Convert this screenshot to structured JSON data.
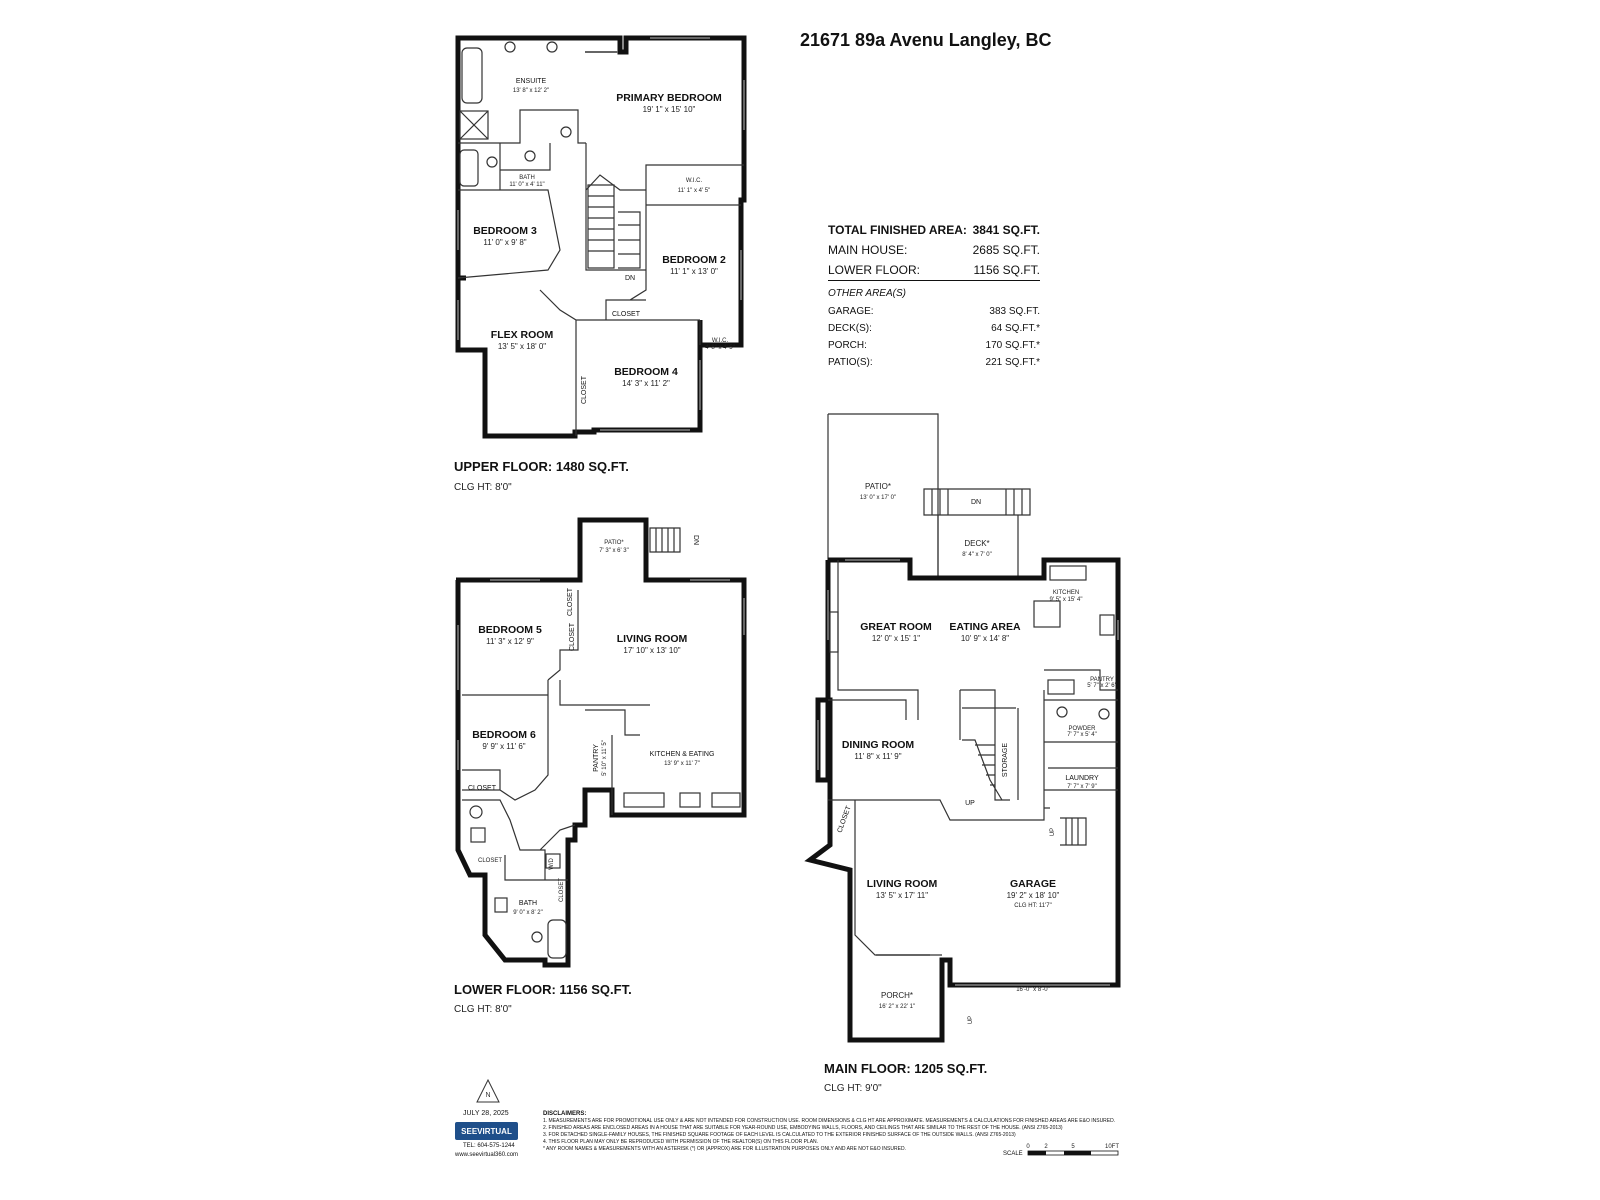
{
  "header": {
    "address": "21671 89a Avenu Langley, BC"
  },
  "areas": {
    "total": {
      "label": "TOTAL FINISHED AREA:",
      "value": "3841 SQ.FT."
    },
    "main": {
      "label": "MAIN HOUSE:",
      "value": "2685 SQ.FT."
    },
    "lower": {
      "label": "LOWER FLOOR:",
      "value": "1156 SQ.FT."
    },
    "other_heading": "OTHER AREA(S)",
    "other": [
      {
        "label": "GARAGE:",
        "value": "383 SQ.FT."
      },
      {
        "label": "DECK(S):",
        "value": "64 SQ.FT.*"
      },
      {
        "label": "PORCH:",
        "value": "170 SQ.FT.*"
      },
      {
        "label": "PATIO(S):",
        "value": "221 SQ.FT.*"
      }
    ]
  },
  "upper": {
    "title": "UPPER FLOOR: 1480 SQ.FT.",
    "clg": "CLG HT: 8'0\"",
    "rooms": {
      "ensuite": {
        "name": "ENSUITE",
        "dim": "13' 8\" x 12' 2\""
      },
      "primary": {
        "name": "PRIMARY BEDROOM",
        "dim": "19' 1\" x 15' 10\""
      },
      "bath": {
        "name": "BATH",
        "dim": "11' 0\" x 4' 11\""
      },
      "wic1": {
        "name": "W.I.C.",
        "dim": "11' 1\" x 4' 5\""
      },
      "bed3": {
        "name": "BEDROOM 3",
        "dim": "11' 0\" x 9' 8\""
      },
      "bed2": {
        "name": "BEDROOM 2",
        "dim": "11' 1\" x 13' 0\""
      },
      "flex": {
        "name": "FLEX ROOM",
        "dim": "13' 5\" x 18' 0\""
      },
      "bed4": {
        "name": "BEDROOM 4",
        "dim": "14' 3\" x 11' 2\""
      },
      "wic2": {
        "name": "W.I.C.",
        "dim": "4' 8\" x 4' 5\""
      },
      "closet1": "CLOSET",
      "closet2": "CLOSET",
      "dn": "DN"
    }
  },
  "lower": {
    "title": "LOWER FLOOR: 1156 SQ.FT.",
    "clg": "CLG HT: 8'0\"",
    "rooms": {
      "patio": {
        "name": "PATIO*",
        "dim": "7' 3\" x 6' 3\""
      },
      "dn": "DN",
      "bed5": {
        "name": "BEDROOM 5",
        "dim": "11' 3\" x 12' 9\""
      },
      "living": {
        "name": "LIVING ROOM",
        "dim": "17' 10\" x 13' 10\""
      },
      "bed6": {
        "name": "BEDROOM 6",
        "dim": "9' 9\" x 11' 6\""
      },
      "pantry": {
        "name": "PANTRY",
        "dim": "5' 10\" x 11' 5\""
      },
      "kitchen": {
        "name": "KITCHEN & EATING",
        "dim": "13' 9\" x 11' 7\""
      },
      "bath": {
        "name": "BATH",
        "dim": "9' 0\" x 8' 2\""
      },
      "closet": "CLOSET",
      "closet_v1": "CLOSET",
      "closet_v2": "CLOSET",
      "closet_small": "CLOSET",
      "closet_small2": "CLOSET",
      "wd": "W/D"
    }
  },
  "main": {
    "title": "MAIN FLOOR: 1205 SQ.FT.",
    "clg": "CLG HT: 9'0\"",
    "rooms": {
      "patio": {
        "name": "PATIO*",
        "dim": "13' 0\" x 17' 0\""
      },
      "dn": "DN",
      "deck": {
        "name": "DECK*",
        "dim": "8' 4\" x 7' 0\""
      },
      "kitchen": {
        "name": "KITCHEN",
        "dim": "9' 5\" x 15' 4\""
      },
      "great": {
        "name": "GREAT ROOM",
        "dim": "12' 0\" x 15' 1\""
      },
      "eating": {
        "name": "EATING AREA",
        "dim": "10' 9\" x 14' 8\""
      },
      "pantry": {
        "name": "PANTRY",
        "dim": "5' 7\" x 2' 6\""
      },
      "powder": {
        "name": "POWDER",
        "dim": "7' 7\" x 5' 4\""
      },
      "dining": {
        "name": "DINING ROOM",
        "dim": "11' 8\" x 11' 9\""
      },
      "storage": "STORAGE",
      "up": "UP",
      "laundry": {
        "name": "LAUNDRY",
        "dim": "7' 7\" x 7' 9\""
      },
      "closet": "CLOSET",
      "living": {
        "name": "LIVING ROOM",
        "dim": "13' 5\" x 17' 11\""
      },
      "garage": {
        "name": "GARAGE",
        "dim": "19' 2\" x 18' 10\"",
        "clg": "CLG HT: 11'7\""
      },
      "garage_up": "UP",
      "door": "16'-0\" x 8'-0\"",
      "porch": {
        "name": "PORCH*",
        "dim": "16' 2\" x 22' 1\""
      },
      "porch_up": "UP"
    }
  },
  "footer": {
    "date": "JULY 28, 2025",
    "logo": "SEEVIRTUAL",
    "tel": "TEL: 604-575-1244",
    "web": "www.seevirtual360.com",
    "compass": "N",
    "disclaimer_heading": "DISCLAIMERS:",
    "disclaimers": [
      "1. MEASUREMENTS ARE FOR PROMOTIONAL USE ONLY & ARE NOT INTENDED FOR CONSTRUCTION USE. ROOM DIMENSIONS & CLG HT ARE APPROXIMATE. MEASUREMENTS & CALCULATIONS FOR FINISHED AREAS ARE E&O INSURED.",
      "2. FINISHED AREAS ARE ENCLOSED AREAS IN A HOUSE THAT ARE SUITABLE FOR YEAR-ROUND USE, EMBODYING WALLS, FLOORS, AND CEILINGS THAT ARE SIMILAR TO THE REST OF THE HOUSE. (ANSI Z765-2013)",
      "3. FOR DETACHED SINGLE-FAMILY HOUSES, THE FINISHED SQUARE FOOTAGE OF EACH LEVEL IS CALCULATED TO THE EXTERIOR FINISHED SURFACE OF THE OUTSIDE WALLS. (ANSI Z765-2013)",
      "4. THIS FLOOR PLAN MAY ONLY BE REPRODUCED WITH PERMISSION OF THE REALTOR(S) ON THIS FLOOR PLAN.",
      "* ANY ROOM NAMES & MEASUREMENTS WITH AN ASTERISK (*) OR (APPROX) ARE FOR ILLUSTRATION PURPOSES ONLY AND ARE NOT E&O INSURED."
    ],
    "scale_label": "SCALE",
    "scale_ticks": [
      "0",
      "2",
      "5",
      "10FT"
    ]
  }
}
